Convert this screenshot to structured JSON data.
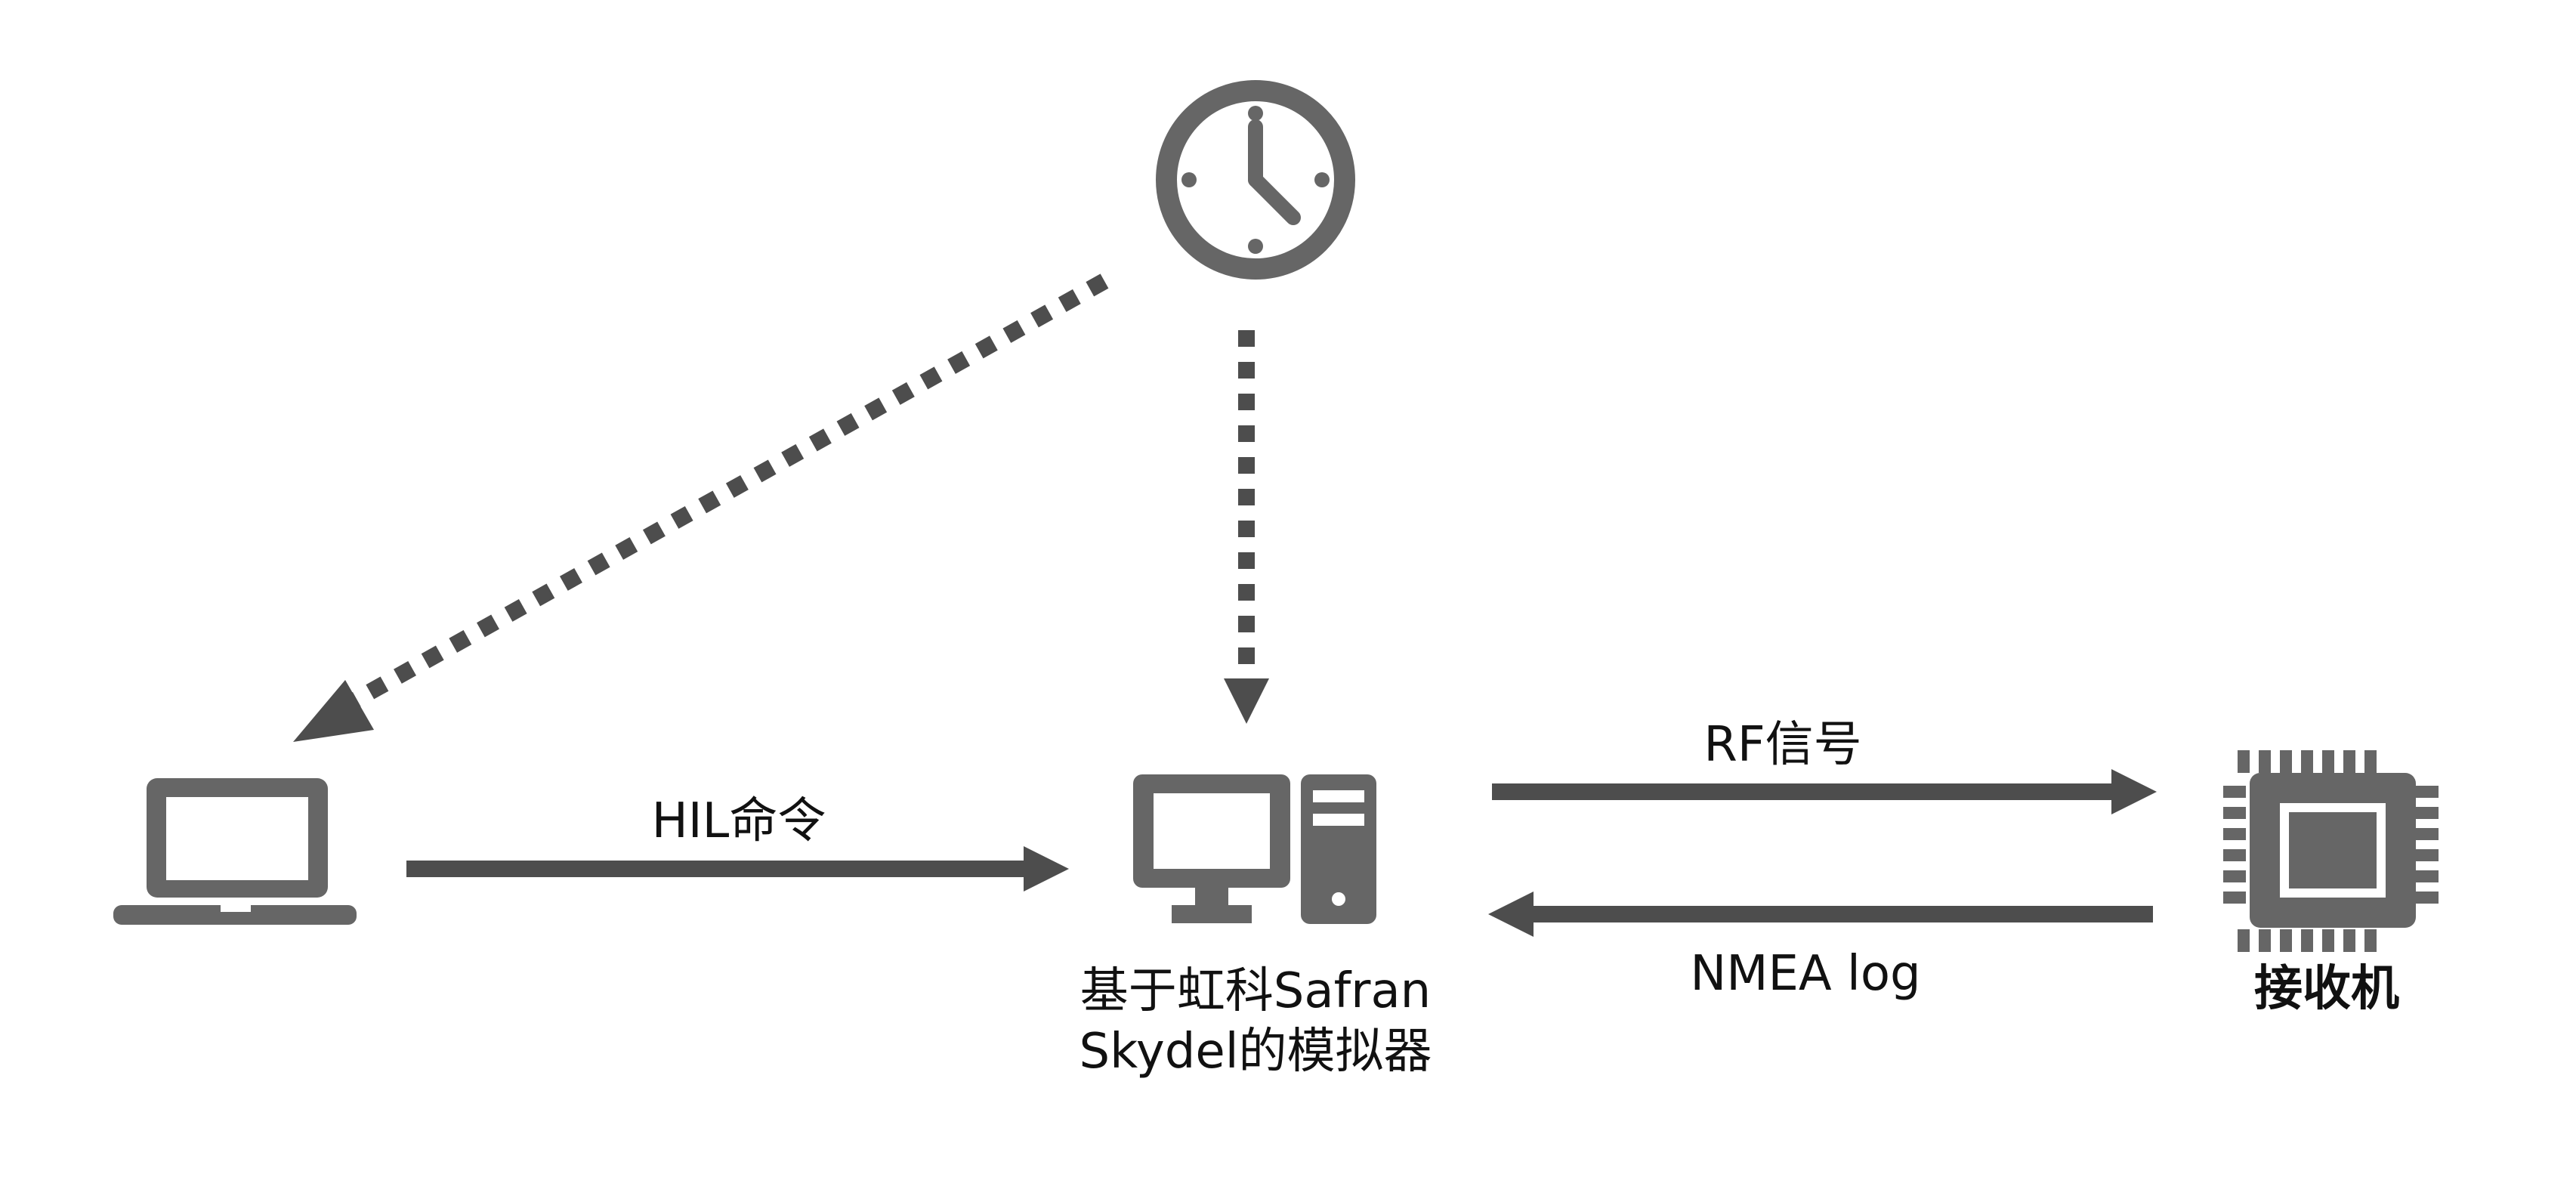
{
  "colors": {
    "icon": "#666666",
    "arrow": "#4d4d4d",
    "background": "#ffffff",
    "text": "#111111"
  },
  "nodes": {
    "clock": {
      "icon": "clock-icon"
    },
    "laptop": {
      "icon": "laptop-icon"
    },
    "simulator": {
      "icon": "desktop-computer-icon",
      "label_line1": "基于虹科Safran",
      "label_line2": "Skydel的模拟器"
    },
    "receiver": {
      "icon": "chip-icon",
      "label": "接收机"
    }
  },
  "edges": {
    "hil_command": {
      "label": "HIL命令",
      "style": "solid"
    },
    "rf_signal": {
      "label": "RF信号",
      "style": "solid"
    },
    "nmea_log": {
      "label": "NMEA log",
      "style": "solid"
    },
    "clock_to_laptop": {
      "style": "dotted"
    },
    "clock_to_simulator": {
      "style": "dotted"
    }
  }
}
